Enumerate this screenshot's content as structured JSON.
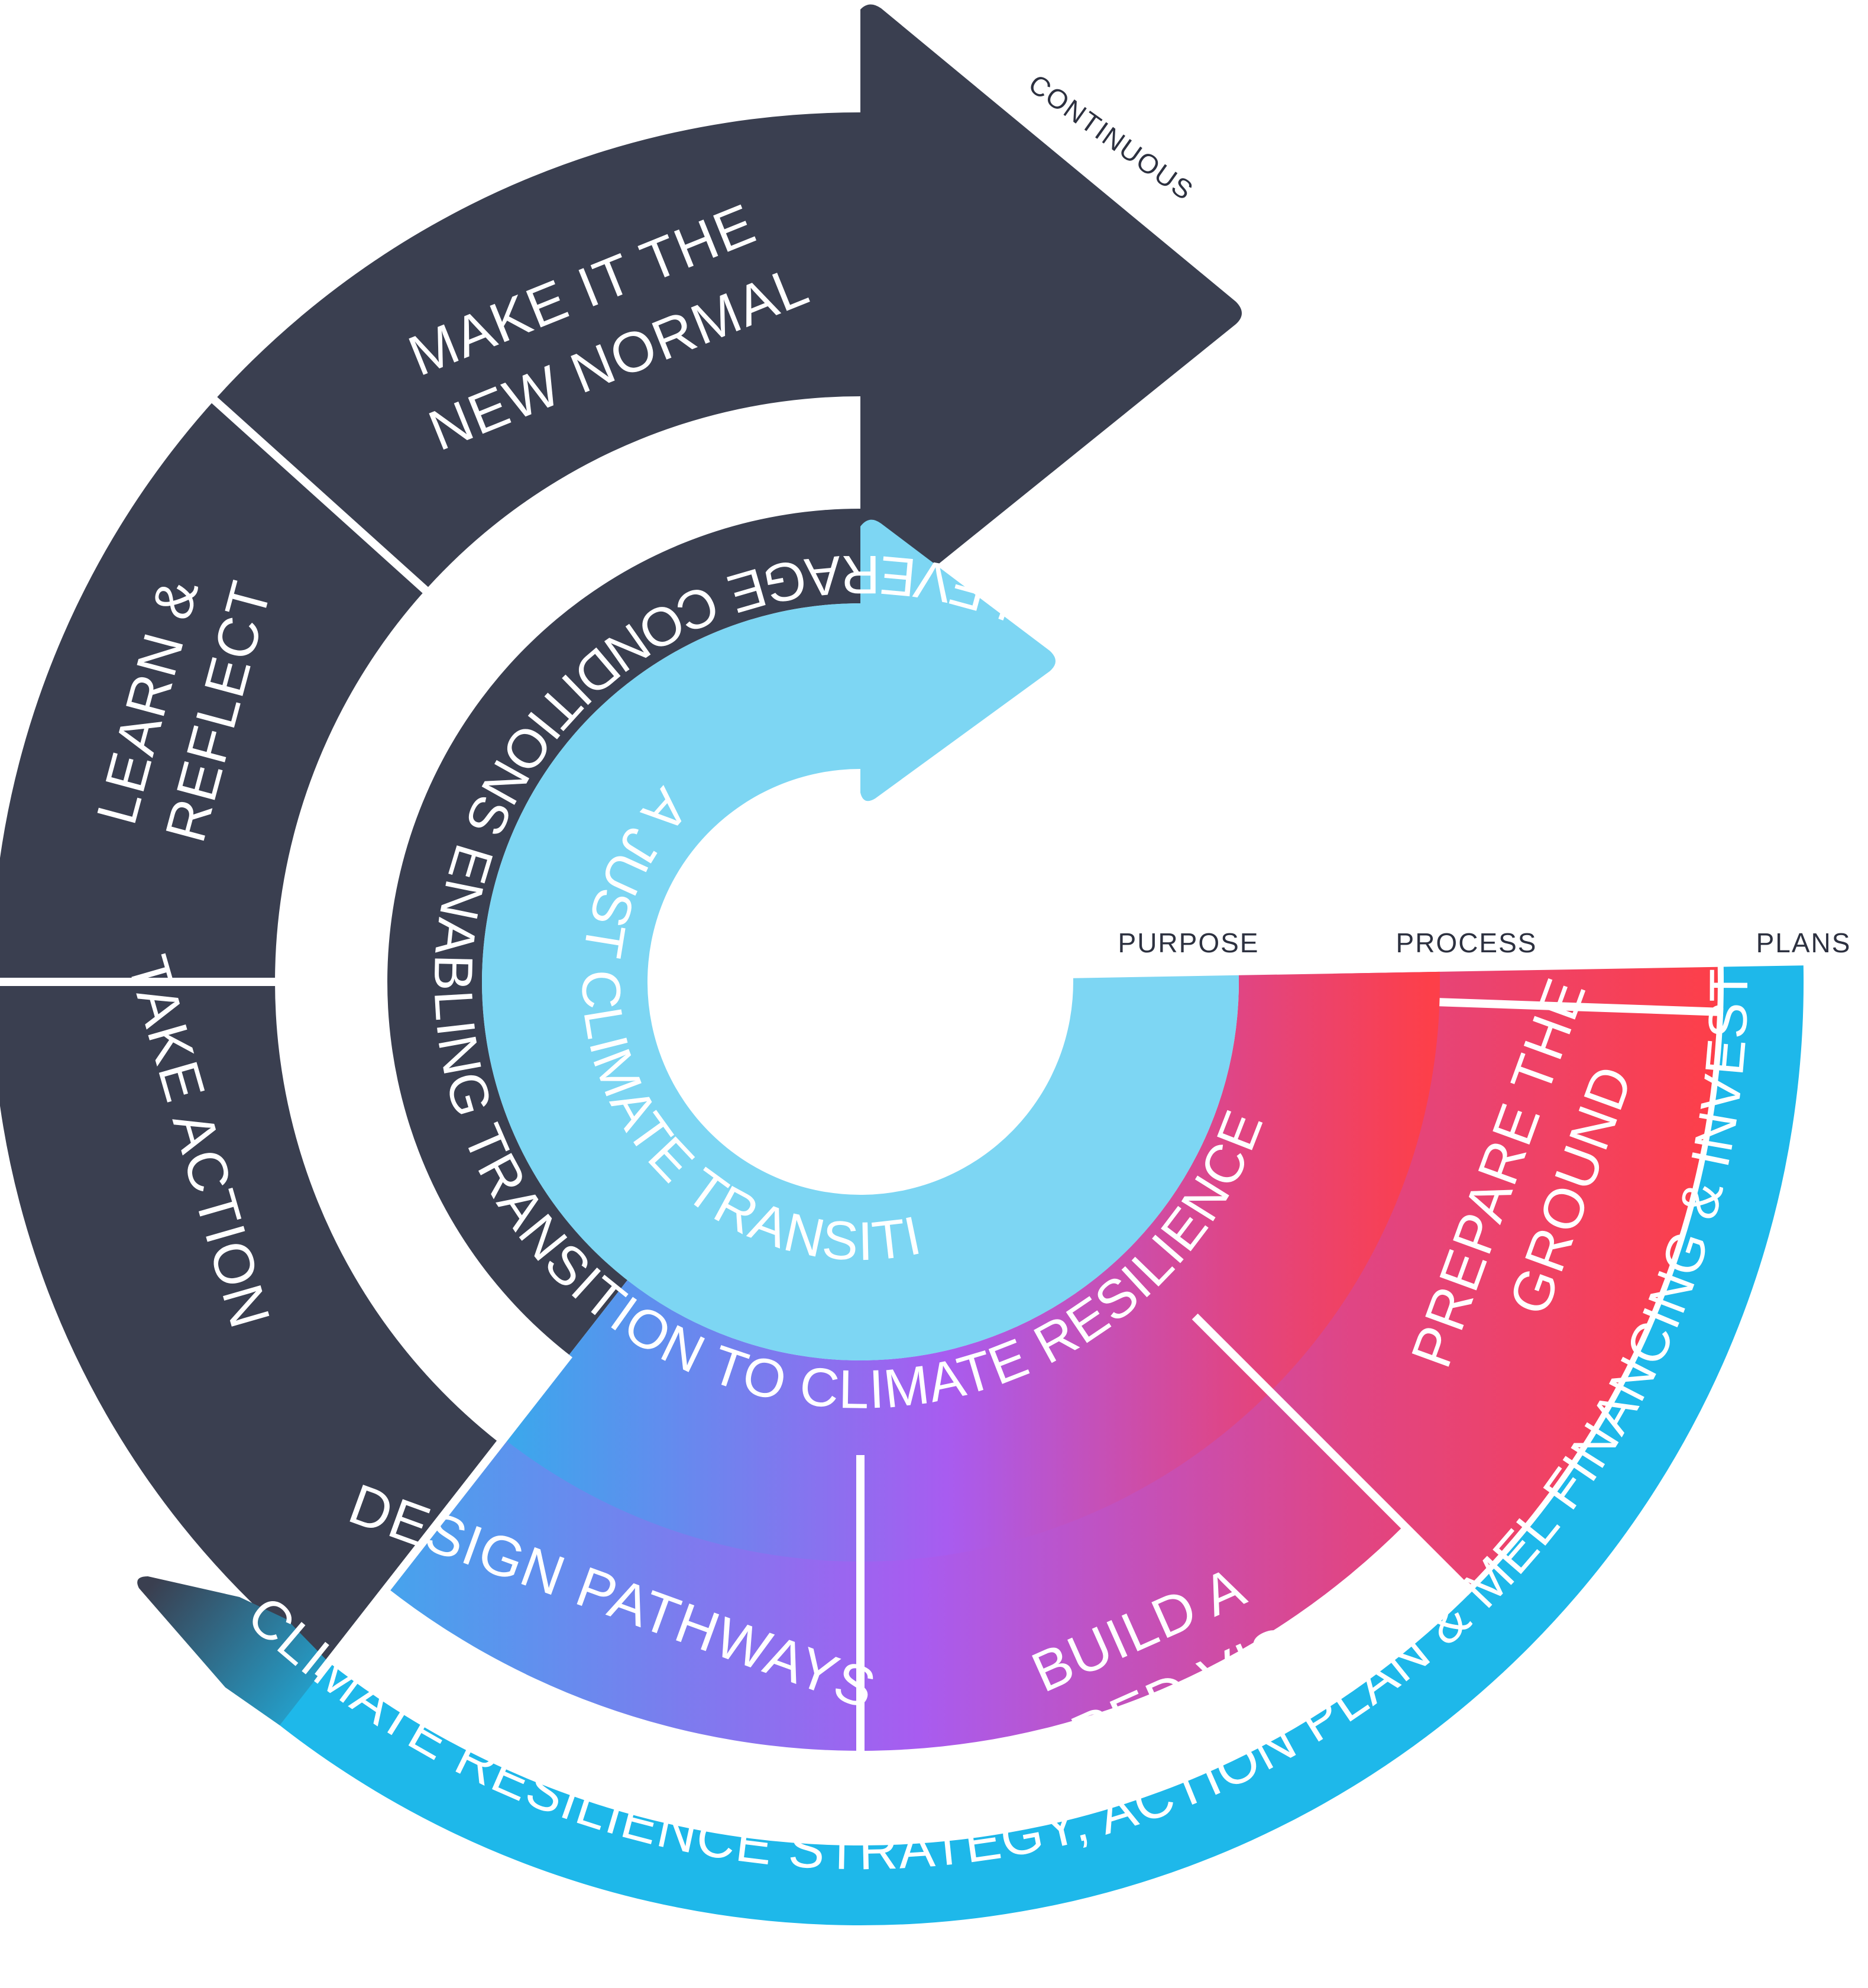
{
  "colors": {
    "dark": "#3a3f50",
    "light_blue": "#7dd6f3",
    "cyan": "#1eb8ea",
    "red": "#fd3f49",
    "pink": "#e04584",
    "purple": "#a85cf0",
    "blue": "#3aa6ee",
    "white": "#ffffff"
  },
  "outer_ring": {
    "make_it_the_new_normal": [
      "MAKE IT THE",
      "NEW NORMAL"
    ],
    "learn_and_reflect": [
      "LEARN &",
      "REFLECT"
    ],
    "take_action": "TAKE ACTION",
    "continuous": "CONTINUOUS"
  },
  "enabling_ring": {
    "leverage": "LEVERAGE CONDITIONS ENABLING TRANSITION TO CLIMATE RESILIENCE"
  },
  "purpose_ring": {
    "label": "A JUST CLIMATE TRANSITION"
  },
  "process_ring": {
    "prepare_the_ground": [
      "PREPARE THE",
      "GROUND"
    ],
    "build_a_shared_vision": [
      "BUILD A",
      "SHARED VISION"
    ],
    "design_pathways": "DESIGN PATHWAYS"
  },
  "plans_ring": {
    "label": "CLIMATE RESILIENCE STRATEGY, ACTION PLAN & MEL FINANCING & INVESTMENT PLAN"
  },
  "legend": {
    "purpose": "PURPOSE",
    "process": "PROCESS",
    "plans": "PLANS"
  }
}
